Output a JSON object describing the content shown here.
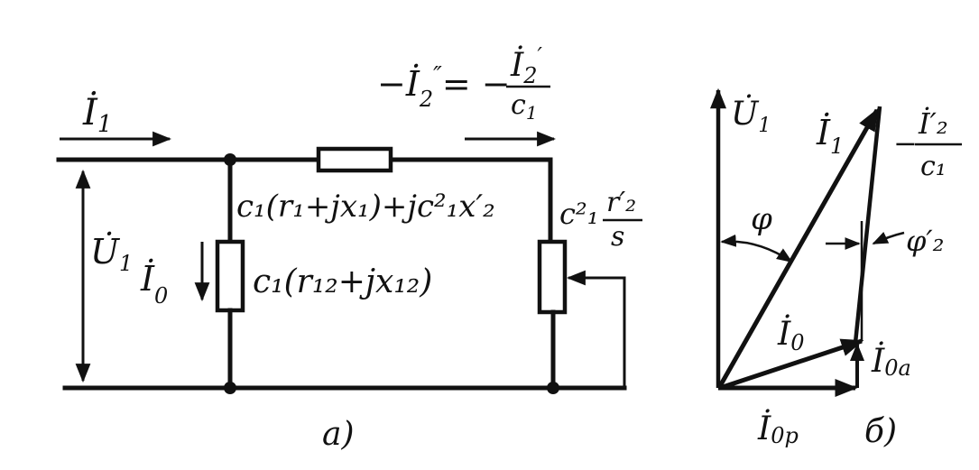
{
  "circuit": {
    "current_in": "İ",
    "current_in_sub": "1",
    "current_out": "−İ",
    "current_out_sub": "2",
    "current_out_sup": "″",
    "current_out_eq": "= −",
    "current_out_num": "İ",
    "current_out_num_sub": "2",
    "current_out_num_sup": "′",
    "current_out_den": "c",
    "current_out_den_sub": "1",
    "voltage": "U̇",
    "voltage_sub": "1",
    "magnet_current": "İ",
    "magnet_current_sub": "0",
    "series_impedance": "c₁(r₁+jx₁)+jc²₁x′₂",
    "shunt_impedance": "c₁(r₁₂+jx₁₂)",
    "load_coeff": "c²₁",
    "load_num": "r′₂",
    "load_den": "s",
    "caption": "a)"
  },
  "phasor": {
    "voltage": "U̇",
    "voltage_sub": "1",
    "i1": "İ",
    "i1_sub": "1",
    "i2_prefix": "−",
    "i2_num": "İ′₂",
    "i2_den": "c₁",
    "phi": "φ",
    "phi2": "φ′₂",
    "i0": "İ",
    "i0_sub": "0",
    "i0a": "İ",
    "i0a_sub": "0a",
    "i0p": "İ",
    "i0p_sub": "0p",
    "caption": "б)"
  },
  "colors": {
    "ink": "#111111",
    "background": "#ffffff"
  }
}
